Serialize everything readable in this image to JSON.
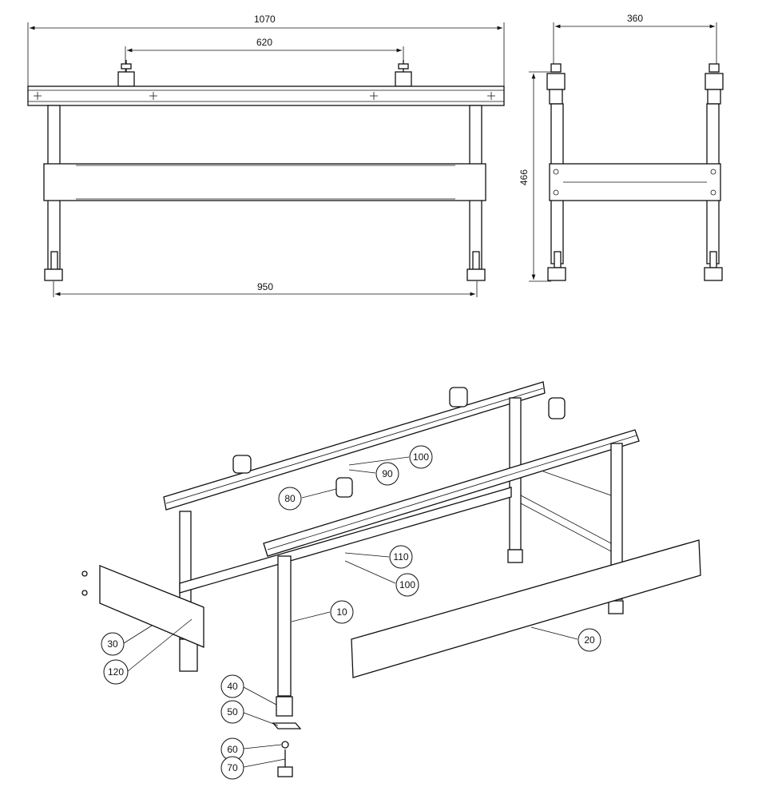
{
  "front_view": {
    "dim_overall": "1070",
    "dim_mount_spacing": "620",
    "dim_leg_spacing": "950"
  },
  "side_view": {
    "dim_width": "360",
    "dim_height": "466"
  },
  "exploded_view": {
    "balloons": [
      "100",
      "90",
      "80",
      "110",
      "100",
      "10",
      "30",
      "120",
      "20",
      "40",
      "50",
      "60",
      "70"
    ]
  }
}
